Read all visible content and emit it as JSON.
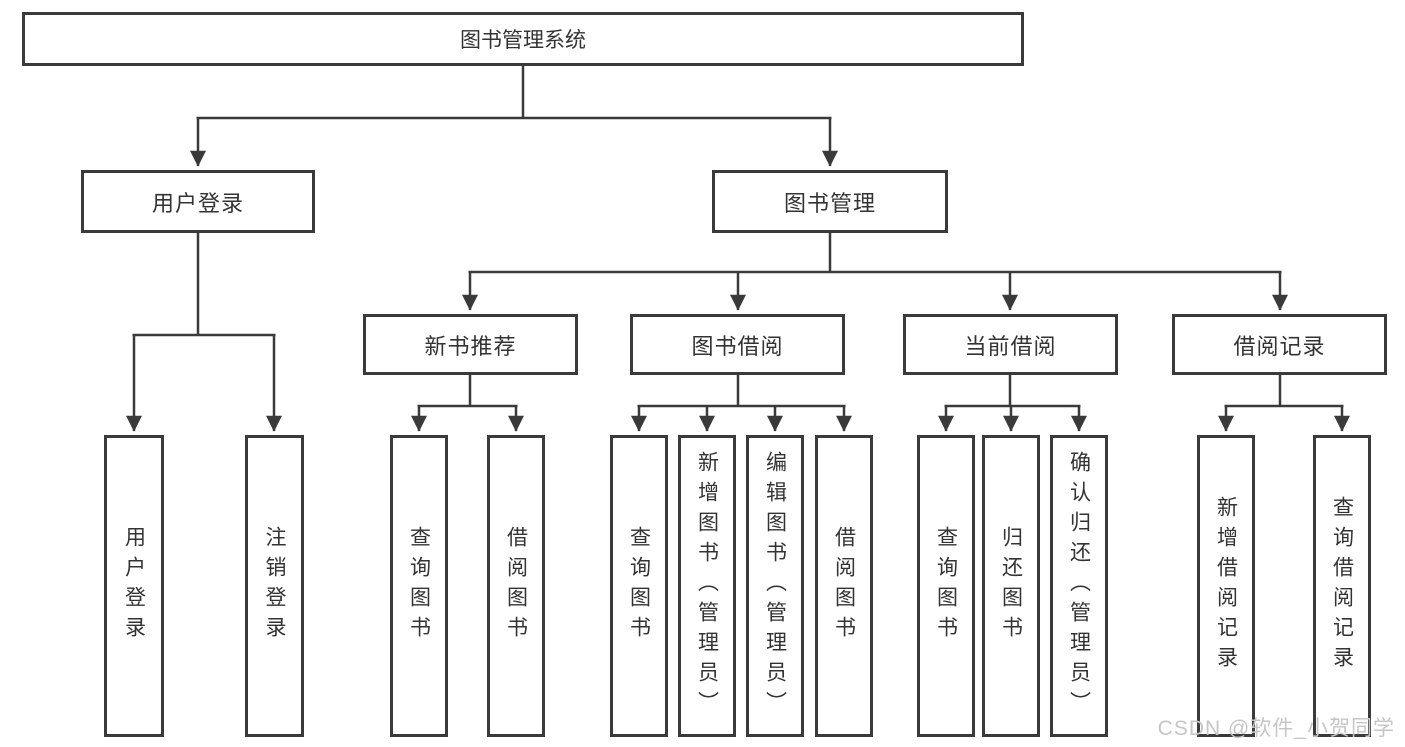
{
  "diagram": {
    "root": {
      "label": "图书管理系统"
    },
    "level2": [
      {
        "label": "用户登录"
      },
      {
        "label": "图书管理"
      }
    ],
    "level3": [
      {
        "label": "新书推荐"
      },
      {
        "label": "图书借阅"
      },
      {
        "label": "当前借阅"
      },
      {
        "label": "借阅记录"
      }
    ],
    "leaves": [
      {
        "label": "用户登录"
      },
      {
        "label": "注销登录"
      },
      {
        "label": "查询图书"
      },
      {
        "label": "借阅图书"
      },
      {
        "label": "查询图书"
      },
      {
        "label": "新增图书（管理员）"
      },
      {
        "label": "编辑图书（管理员）"
      },
      {
        "label": "借阅图书"
      },
      {
        "label": "查询图书"
      },
      {
        "label": "归还图书"
      },
      {
        "label": "确认归还（管理员）"
      },
      {
        "label": "新增借阅记录"
      },
      {
        "label": "查询借阅记录"
      }
    ]
  },
  "watermark": {
    "text": "CSDN @软件_小贺同学"
  },
  "colors": {
    "line": "#3a3a3a",
    "box_border": "#3a3a3a",
    "text": "#333333",
    "watermark": "#c6c6c6",
    "background": "#ffffff"
  }
}
